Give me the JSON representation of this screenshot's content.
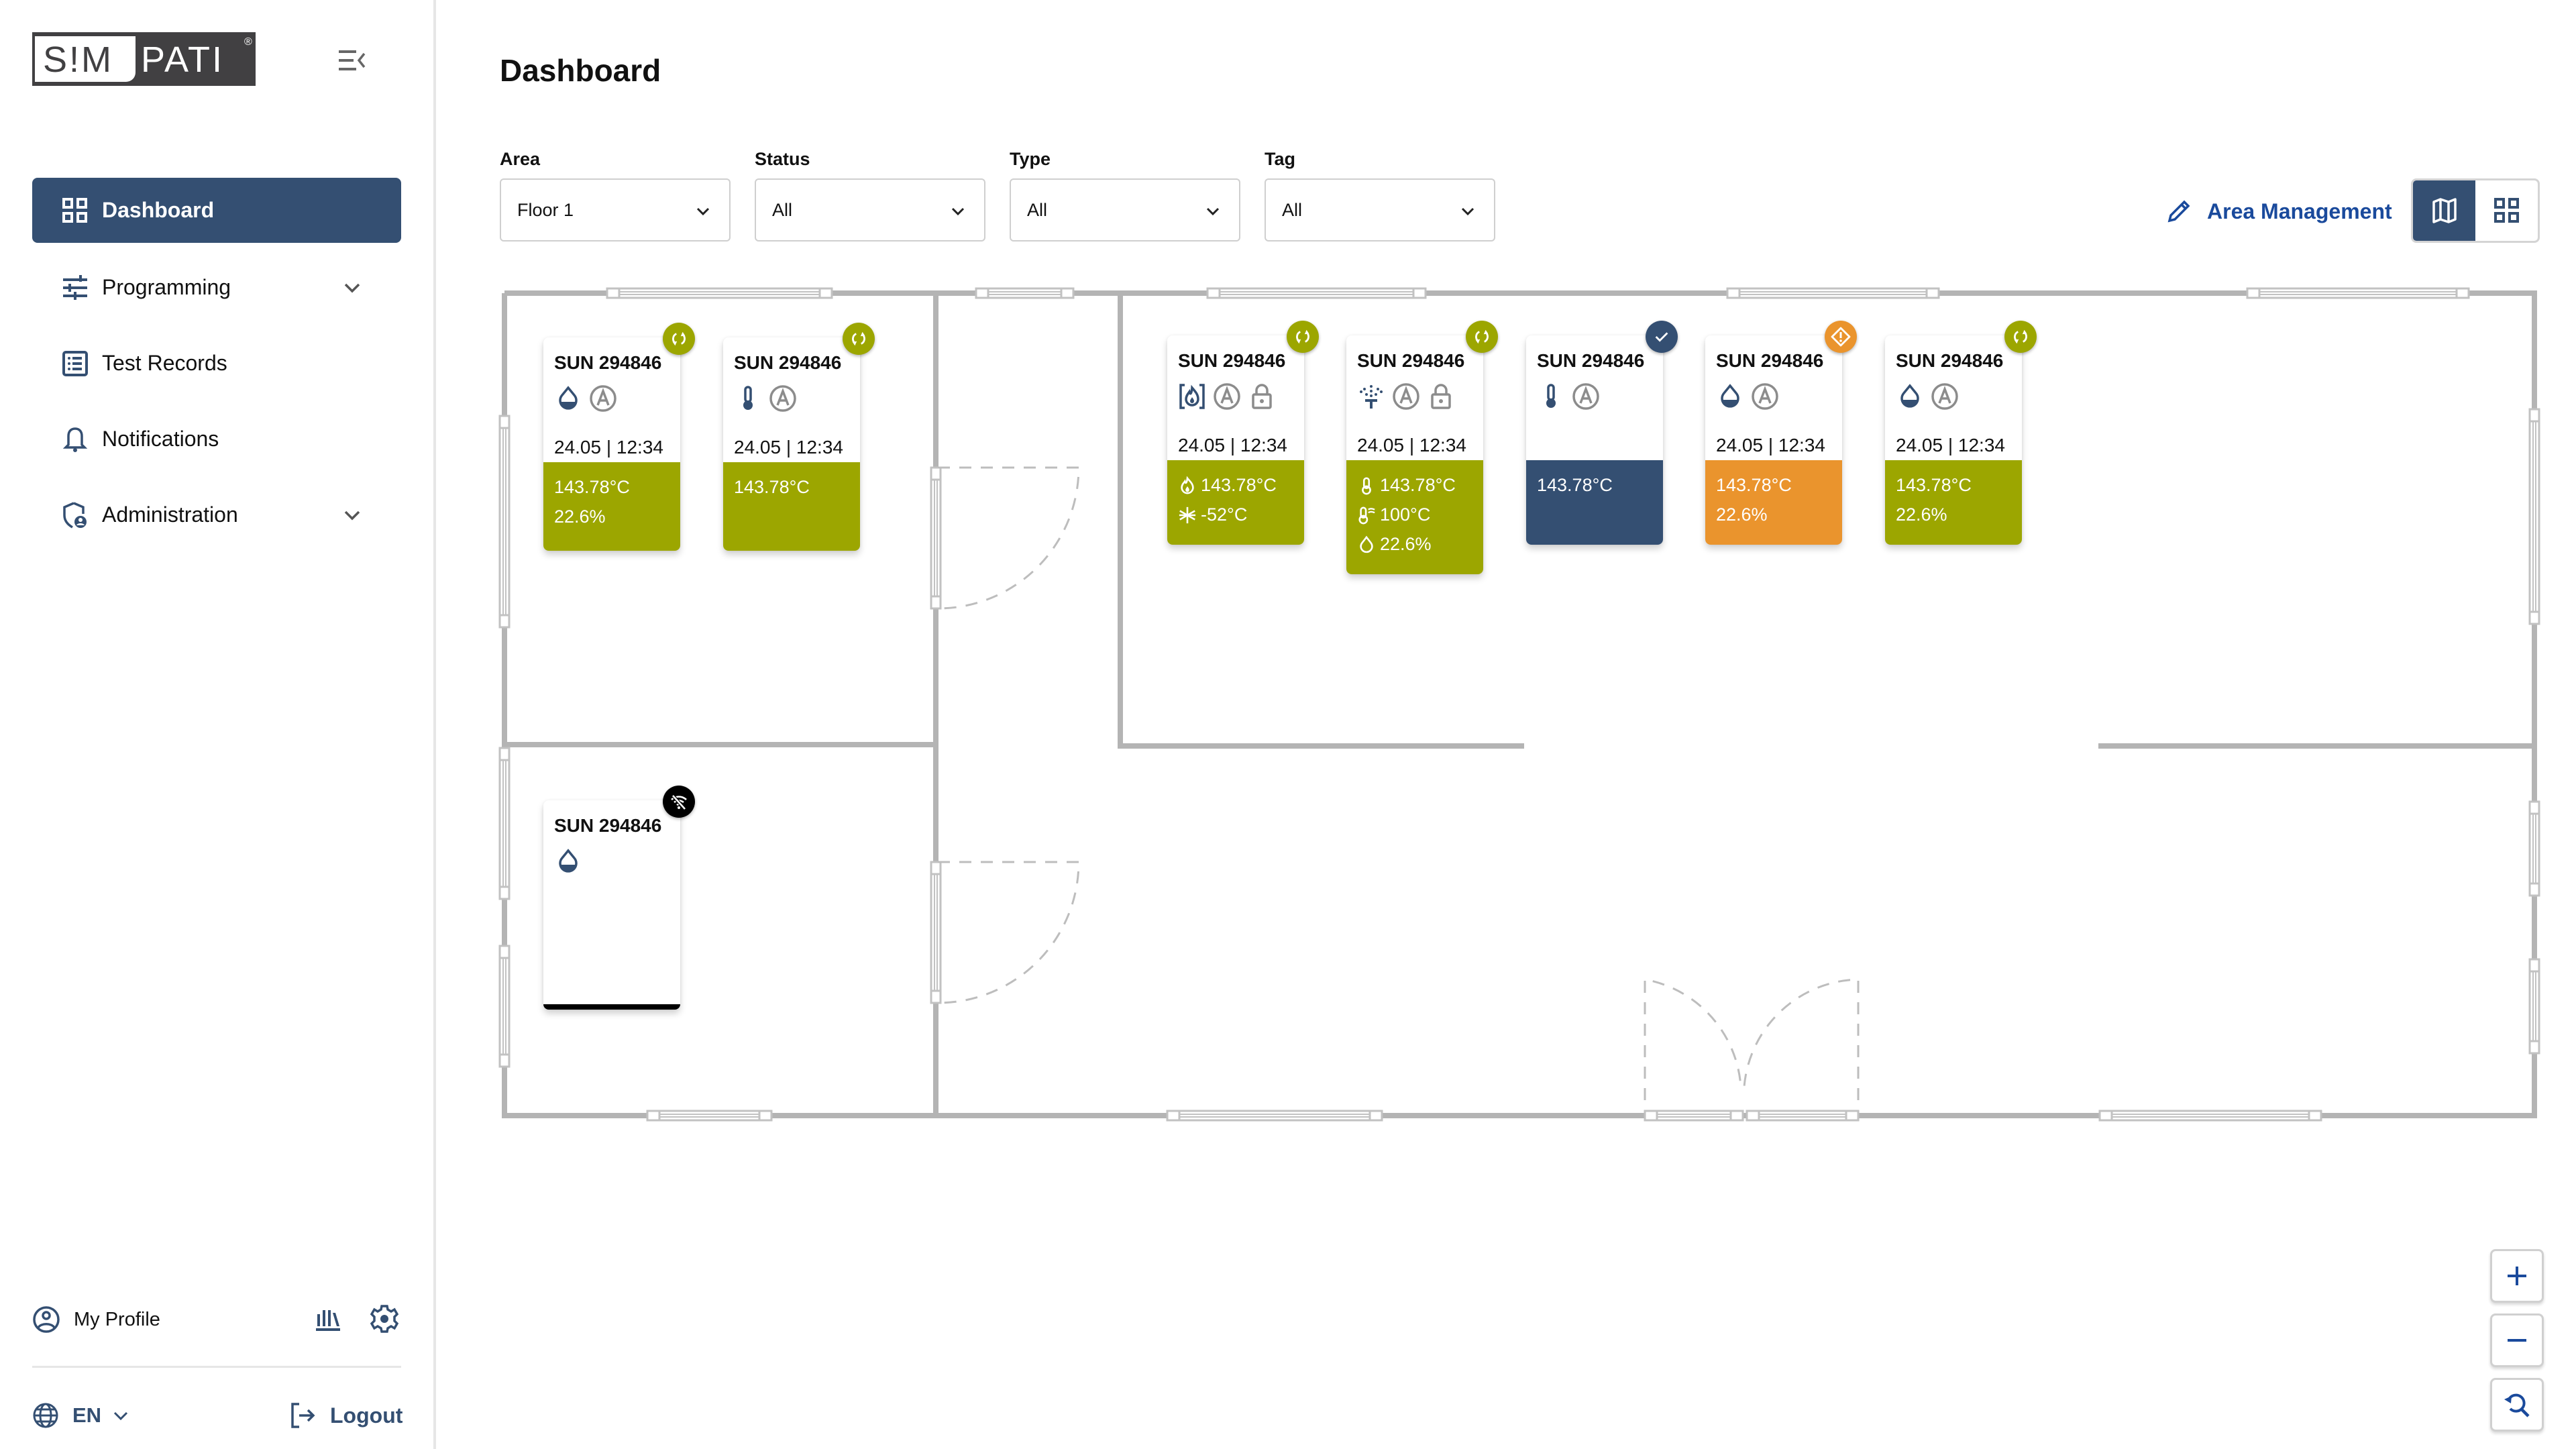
{
  "app": {
    "logo_left": "S!M",
    "logo_right": "PATI",
    "logo_reg": "®"
  },
  "sidebar": {
    "collapse_icon": "menu-collapse-icon",
    "items": [
      {
        "label": "Dashboard",
        "icon": "grid-icon",
        "active": true,
        "expandable": false
      },
      {
        "label": "Programming",
        "icon": "sliders-icon",
        "active": false,
        "expandable": true
      },
      {
        "label": "Test Records",
        "icon": "list-icon",
        "active": false,
        "expandable": false
      },
      {
        "label": "Notifications",
        "icon": "bell-icon",
        "active": false,
        "expandable": false
      },
      {
        "label": "Administration",
        "icon": "shield-user-icon",
        "active": false,
        "expandable": true
      }
    ],
    "profile_label": "My Profile",
    "language": "EN",
    "logout_label": "Logout"
  },
  "main": {
    "title": "Dashboard",
    "filters": [
      {
        "label": "Area",
        "value": "Floor 1"
      },
      {
        "label": "Status",
        "value": "All"
      },
      {
        "label": "Type",
        "value": "All"
      },
      {
        "label": "Tag",
        "value": "All"
      }
    ],
    "area_management_label": "Area Management",
    "view_modes": [
      {
        "name": "map-view",
        "icon": "map-icon",
        "active": true
      },
      {
        "name": "grid-view",
        "icon": "grid-icon",
        "active": false
      }
    ]
  },
  "colors": {
    "primary": "#344f72",
    "ok_green": "#9ca600",
    "warning_orange": "#ea942d",
    "offline_black": "#000000",
    "link_blue": "#1a4a9c",
    "wall_gray": "#b4b4b4"
  },
  "devices": [
    {
      "name": "SUN 294846",
      "type_icon": "humidity-drop-icon",
      "mode_icon": "auto-mode-icon",
      "lock": false,
      "datetime": "24.05 | 12:34",
      "status": "syncing",
      "status_color": "#9ca600",
      "readings": [
        {
          "icon": "",
          "value": "143.78°C"
        },
        {
          "icon": "",
          "value": "22.6%"
        }
      ]
    },
    {
      "name": "SUN 294846",
      "type_icon": "thermometer-icon",
      "mode_icon": "auto-mode-icon",
      "lock": false,
      "datetime": "24.05 | 12:34",
      "status": "syncing",
      "status_color": "#9ca600",
      "readings": [
        {
          "icon": "",
          "value": "143.78°C"
        }
      ]
    },
    {
      "name": "SUN 294846",
      "type_icon": "heating-icon",
      "mode_icon": "auto-mode-icon",
      "lock": true,
      "datetime": "24.05 | 12:34",
      "status": "syncing",
      "status_color": "#9ca600",
      "readings": [
        {
          "icon": "flame-icon",
          "value": "143.78°C"
        },
        {
          "icon": "snowflake-icon",
          "value": "-52°C"
        }
      ]
    },
    {
      "name": "SUN 294846",
      "type_icon": "sprinkler-icon",
      "mode_icon": "auto-mode-icon",
      "lock": true,
      "datetime": "24.05 | 12:34",
      "status": "syncing",
      "status_color": "#9ca600",
      "readings": [
        {
          "icon": "thermometer-icon",
          "value": "143.78°C"
        },
        {
          "icon": "thermometer-setpoint-icon",
          "value": "100°C"
        },
        {
          "icon": "drop-icon",
          "value": "22.6%"
        }
      ]
    },
    {
      "name": "SUN 294846",
      "type_icon": "thermometer-icon",
      "mode_icon": "auto-mode-icon",
      "lock": false,
      "datetime": "",
      "status": "ok",
      "status_color": "#344f72",
      "readings": [
        {
          "icon": "",
          "value": "143.78°C"
        }
      ]
    },
    {
      "name": "SUN 294846",
      "type_icon": "humidity-drop-icon",
      "mode_icon": "auto-mode-icon",
      "lock": false,
      "datetime": "24.05 | 12:34",
      "status": "warning",
      "status_color": "#ea942d",
      "readings": [
        {
          "icon": "",
          "value": "143.78°C"
        },
        {
          "icon": "",
          "value": "22.6%"
        }
      ]
    },
    {
      "name": "SUN 294846",
      "type_icon": "humidity-drop-icon",
      "mode_icon": "auto-mode-icon",
      "lock": false,
      "datetime": "24.05 | 12:34",
      "status": "syncing",
      "status_color": "#9ca600",
      "readings": [
        {
          "icon": "",
          "value": "143.78°C"
        },
        {
          "icon": "",
          "value": "22.6%"
        }
      ]
    },
    {
      "name": "SUN 294846",
      "type_icon": "humidity-drop-icon",
      "mode_icon": "",
      "lock": false,
      "datetime": "",
      "status": "offline",
      "status_color": "#000000",
      "readings": []
    }
  ],
  "zoom_controls": [
    {
      "name": "zoom-in",
      "icon": "plus-icon"
    },
    {
      "name": "zoom-out",
      "icon": "minus-icon"
    },
    {
      "name": "zoom-reset",
      "icon": "zoom-reset-icon"
    }
  ]
}
